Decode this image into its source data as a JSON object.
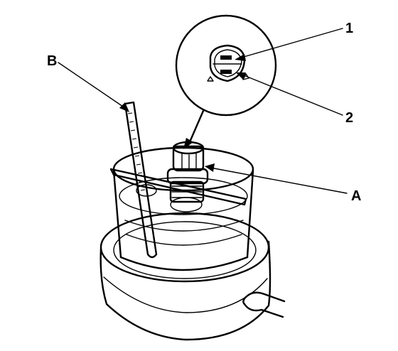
{
  "labels": {
    "callout_1": "1",
    "callout_2": "2",
    "callout_a": "A",
    "callout_b": "B"
  },
  "colors": {
    "ink": "#000000",
    "background": "#ffffff"
  },
  "icons": {
    "thermometer": "thermometer-icon",
    "sensor": "temperature-sensor-icon",
    "heater": "hot-plate-icon"
  }
}
